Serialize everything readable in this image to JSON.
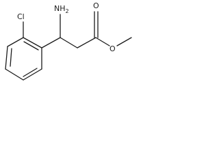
{
  "molecule": {
    "atom_labels": {
      "chlorine": "Cl",
      "amine": "NH2",
      "carbonyl_oxygen": "O",
      "ester_oxygen": "O"
    },
    "colors": {
      "bond": "#1a1a1a",
      "label": "#1a1a1a",
      "background": "#ffffff"
    }
  }
}
